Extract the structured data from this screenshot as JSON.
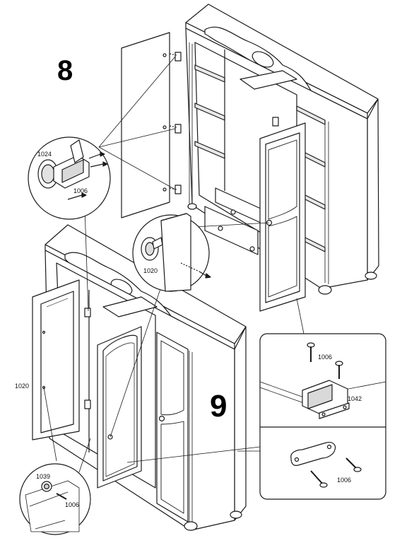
{
  "steps": {
    "step8": "8",
    "step9": "9"
  },
  "parts": {
    "hinge_1024": "1024",
    "screw_1006_hinge": "1006",
    "knob_1020_detail": "1020",
    "knob_1020_door": "1020",
    "screw_1006_magnet": "1006",
    "magnet_catch_1042": "1042",
    "screw_1006_plate": "1006",
    "bumper_1039": "1039",
    "screw_1006_bumper": "1006"
  },
  "colors": {
    "line": "#1a1a1a",
    "fill": "#ffffff",
    "shade": "#d9d9d9"
  }
}
